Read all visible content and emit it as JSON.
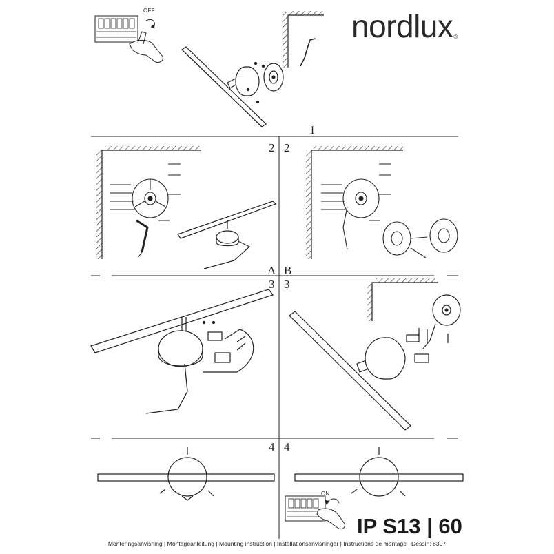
{
  "brand": {
    "name": "nordlux",
    "registered": "®"
  },
  "steps": {
    "s1": "1",
    "s2a": "2",
    "s2b": "2",
    "s3a": "3",
    "s3b": "3",
    "s4a": "4",
    "s4b": "4"
  },
  "variants": {
    "a": "A",
    "b": "B"
  },
  "switch_tags": {
    "off": "OFF",
    "on": "ON"
  },
  "model": {
    "name": "IP S13",
    "size": "60"
  },
  "footer": "Monteringsanvisning | Montageanleitung | Mounting instruction | Installationsanvisningar | Instructions de montage | Dessin: 8307",
  "colors": {
    "ink": "#1a1a1a",
    "background": "#ffffff"
  }
}
